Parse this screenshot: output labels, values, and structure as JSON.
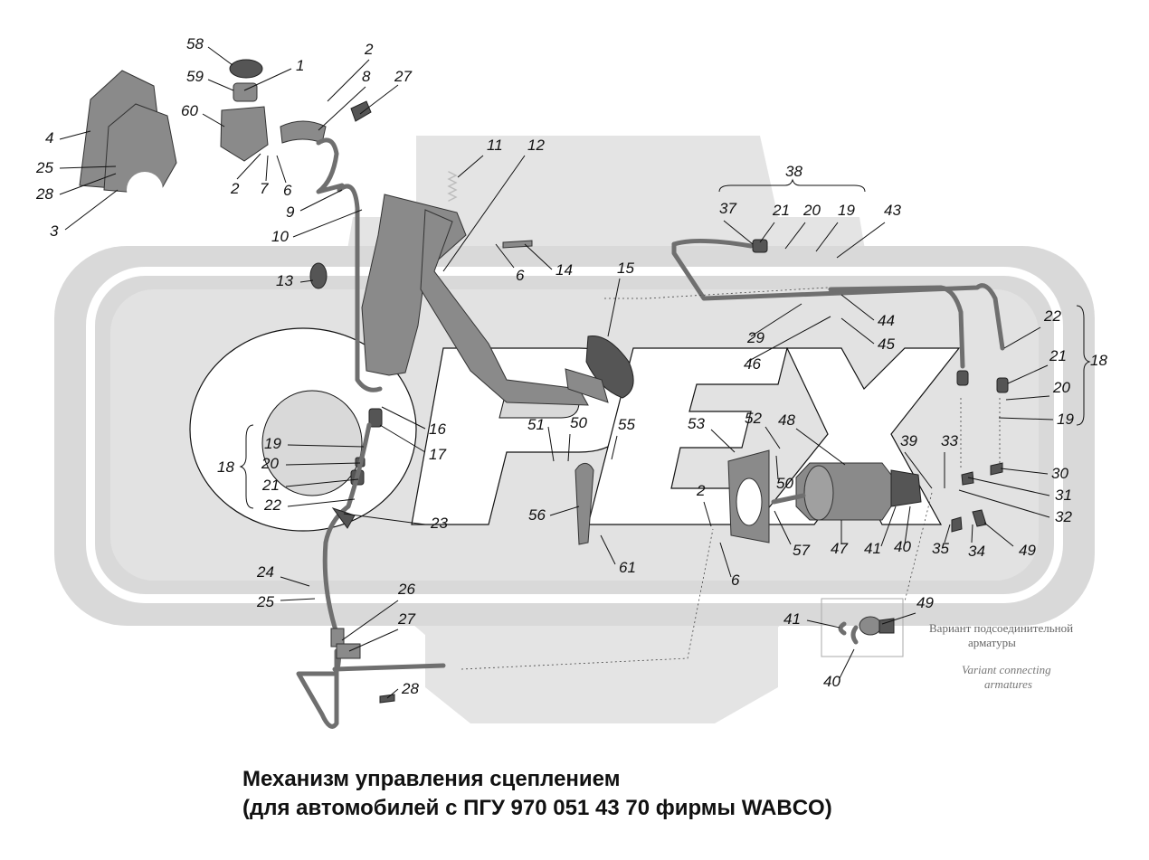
{
  "caption": {
    "line1": "Механизм управления сцеплением",
    "line2": "(для автомобилей с ПГУ 970 051 43 70 фирмы WABCO)"
  },
  "watermark": {
    "letters": [
      "О",
      "Р",
      "Е",
      "Х"
    ]
  },
  "inset": {
    "ru_line1": "Вариант подсоединительной",
    "ru_line2": "арматуры",
    "en_line1": "Variant connecting",
    "en_line2": "armatures"
  },
  "callouts": [
    "58",
    "1",
    "2",
    "8",
    "27",
    "59",
    "60",
    "4",
    "25",
    "28",
    "3",
    "2",
    "7",
    "6",
    "9",
    "10",
    "11",
    "12",
    "6",
    "14",
    "13",
    "15",
    "38",
    "37",
    "21",
    "20",
    "19",
    "43",
    "29",
    "44",
    "46",
    "45",
    "22",
    "21",
    "18",
    "20",
    "19",
    "16",
    "17",
    "19",
    "20",
    "18",
    "21",
    "22",
    "23",
    "51",
    "50",
    "55",
    "53",
    "52",
    "48",
    "39",
    "33",
    "50",
    "30",
    "31",
    "32",
    "56",
    "2",
    "57",
    "47",
    "41",
    "40",
    "35",
    "34",
    "49",
    "61",
    "6",
    "24",
    "25",
    "26",
    "27",
    "28",
    "49",
    "41",
    "40"
  ]
}
